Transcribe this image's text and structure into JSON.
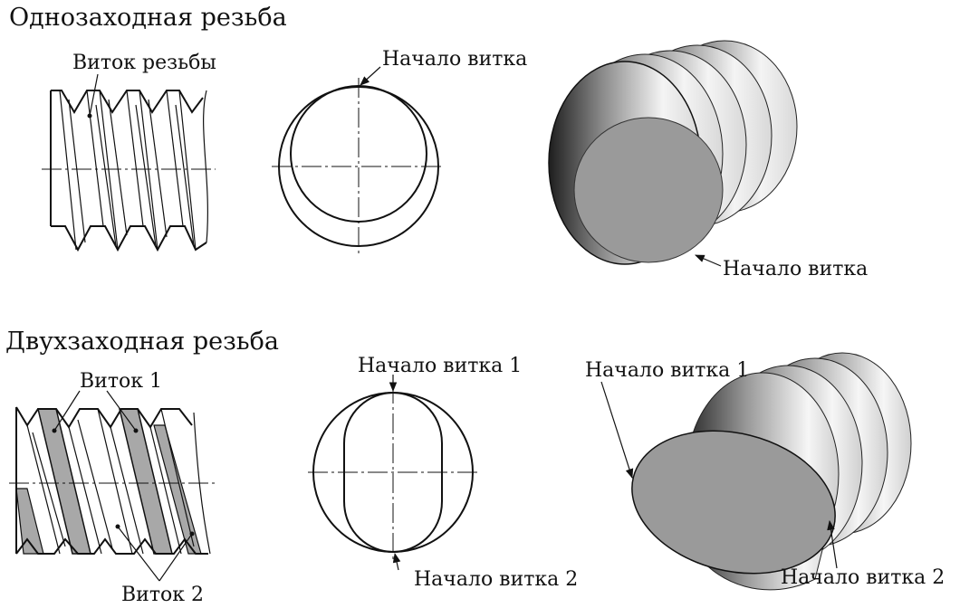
{
  "single_start": {
    "title": "Однозаходная резьба",
    "label_turn": "Виток резьбы",
    "label_start_circle": "Начало витка",
    "label_start_3d": "Начало витка"
  },
  "double_start": {
    "title": "Двухзаходная резьба",
    "label_turn1": "Виток 1",
    "label_turn2": "Виток 2",
    "label_start1_circle": "Начало витка 1",
    "label_start2_circle": "Начало витка 2",
    "label_start1_3d": "Начало витка 1",
    "label_start2_3d": "Начало витка 2"
  },
  "colors": {
    "line": "#111111",
    "shade": "#a8a8a8",
    "face": "#9a9a9a"
  }
}
